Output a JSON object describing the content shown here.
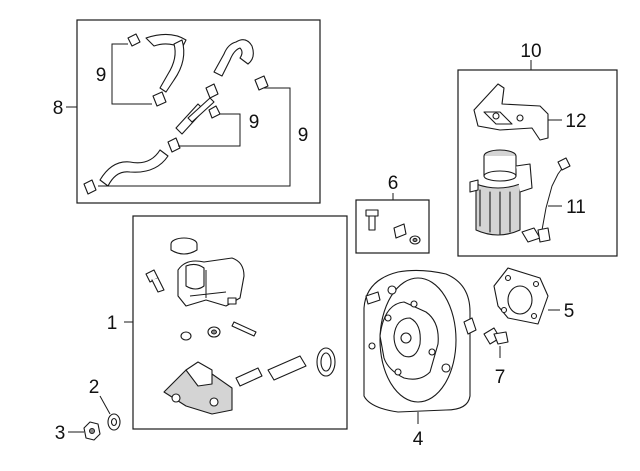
{
  "callouts": {
    "c1": "1",
    "c2": "2",
    "c3": "3",
    "c4": "4",
    "c5": "5",
    "c6": "6",
    "c7": "7",
    "c8": "8",
    "c9a": "9",
    "c9b": "9",
    "c9c": "9",
    "c10": "10",
    "c11": "11",
    "c12": "12"
  },
  "parts": [
    "master-cylinder",
    "washer",
    "nut",
    "brake-booster",
    "gasket",
    "hardware-kit",
    "check-valve",
    "vacuum-hose-kit",
    "clamp",
    "vacuum-pump-assembly",
    "sensor-harness",
    "mounting-bracket"
  ]
}
